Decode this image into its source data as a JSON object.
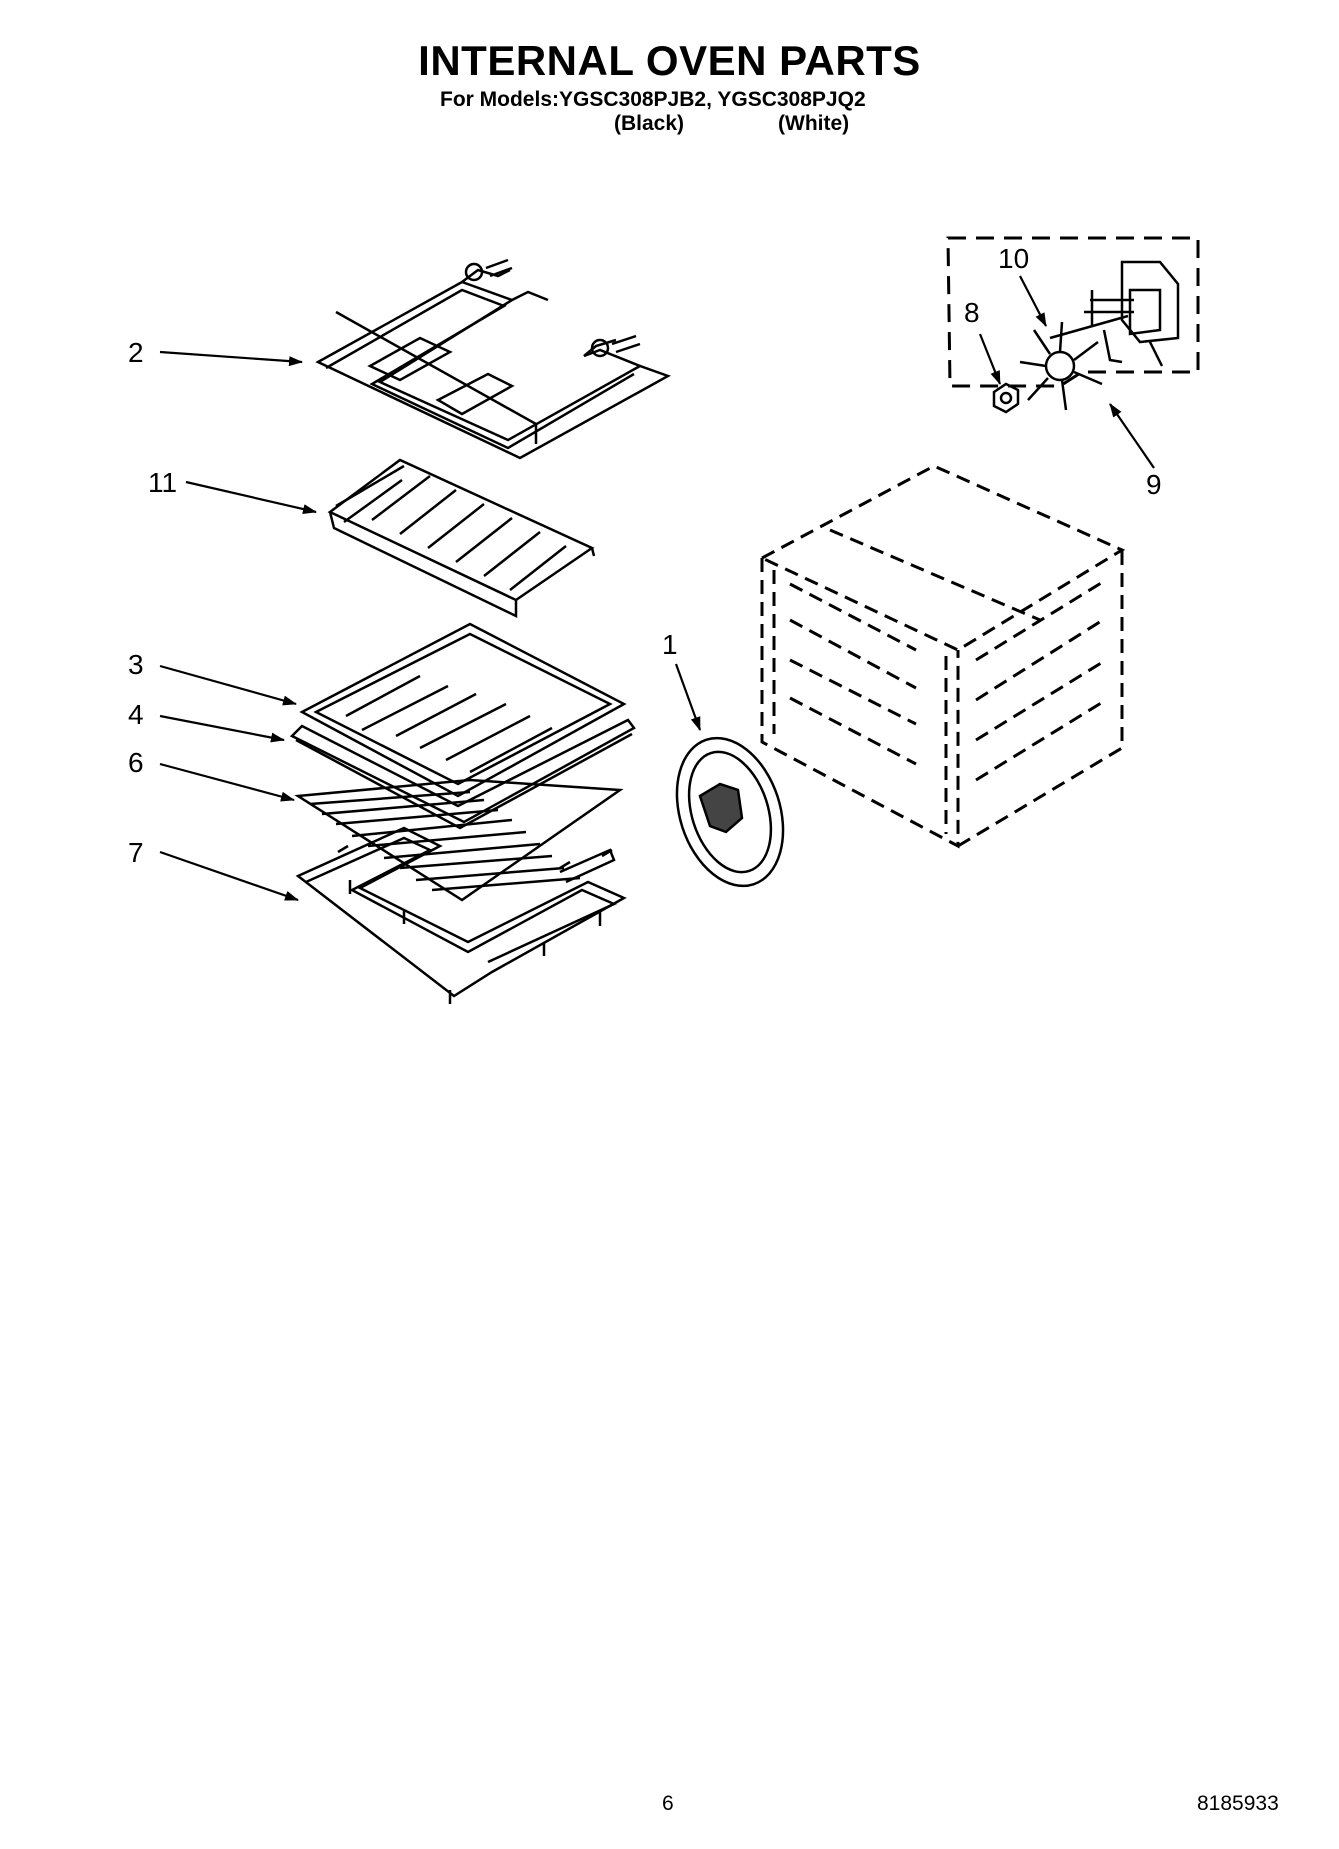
{
  "header": {
    "title": "INTERNAL OVEN PARTS",
    "models_line": "For Models:YGSC308PJB2, YGSC308PJQ2",
    "variant_black": "(Black)",
    "variant_white": "(White)"
  },
  "callouts": {
    "c1": "1",
    "c2": "2",
    "c3": "3",
    "c4": "4",
    "c6": "6",
    "c7": "7",
    "c8": "8",
    "c9": "9",
    "c10": "10",
    "c11": "11"
  },
  "footer": {
    "page_number": "6",
    "document_number": "8185933"
  }
}
